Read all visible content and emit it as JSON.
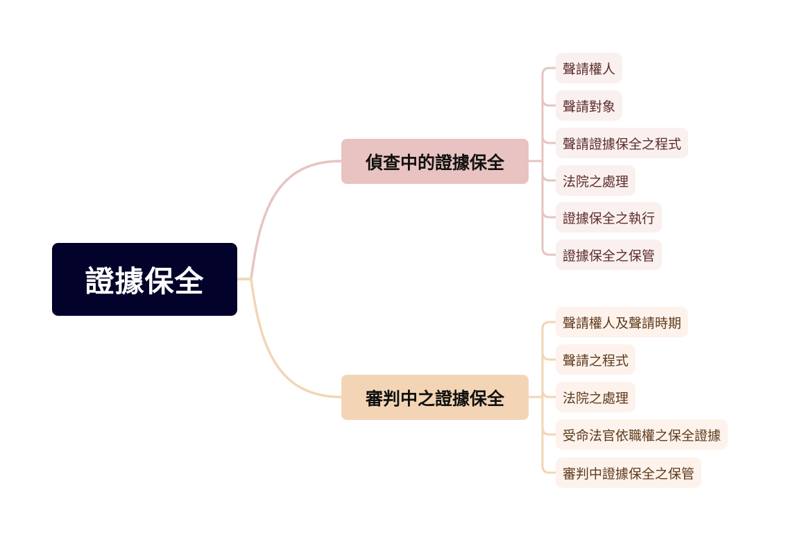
{
  "diagram": {
    "type": "mind-map",
    "root": {
      "label": "證據保全",
      "color": "#02022a"
    },
    "branches": [
      {
        "label": "偵查中的證據保全",
        "color": "#e8c3c1",
        "line_color": "#e6c4c2",
        "children": [
          "聲請權人",
          "聲請對象",
          "聲請證據保全之程式",
          "法院之處理",
          "證據保全之執行",
          "證據保全之保管"
        ]
      },
      {
        "label": "審判中之證據保全",
        "color": "#f3d5b5",
        "line_color": "#f1d6b6",
        "children": [
          "聲請權人及聲請時期",
          "聲請之程式",
          "法院之處理",
          "受命法官依職權之保全證據",
          "審判中證據保全之保管"
        ]
      }
    ]
  }
}
